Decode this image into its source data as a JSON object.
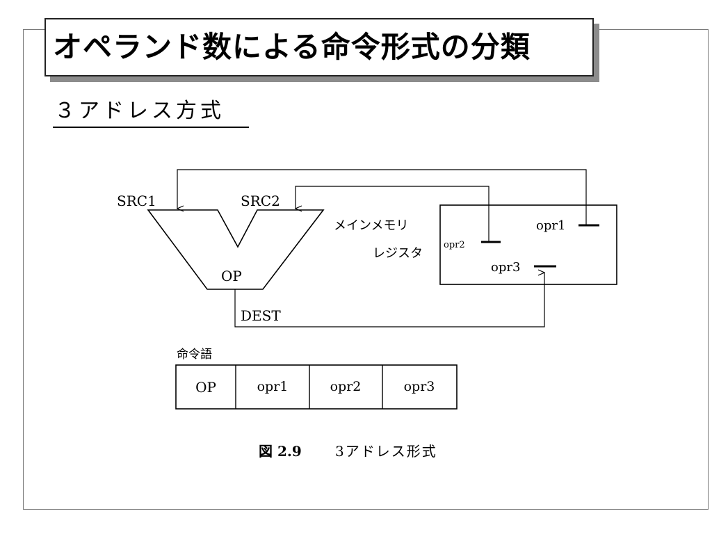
{
  "slide": {
    "title": "オペランド数による命令形式の分類",
    "subtitle": "３アドレス方式"
  },
  "diagram": {
    "labels": {
      "src1": "SRC1",
      "src2": "SRC2",
      "op": "OP",
      "dest": "DEST",
      "main_memory": "メインメモリ",
      "register": "レジスタ",
      "opr1": "opr1",
      "opr2": "opr2",
      "opr3": "opr3"
    },
    "instruction_word": {
      "label": "命令語",
      "fields": [
        "OP",
        "opr1",
        "opr2",
        "opr3"
      ]
    },
    "caption": {
      "number": "図 2.9",
      "text": "3アドレス形式"
    }
  }
}
